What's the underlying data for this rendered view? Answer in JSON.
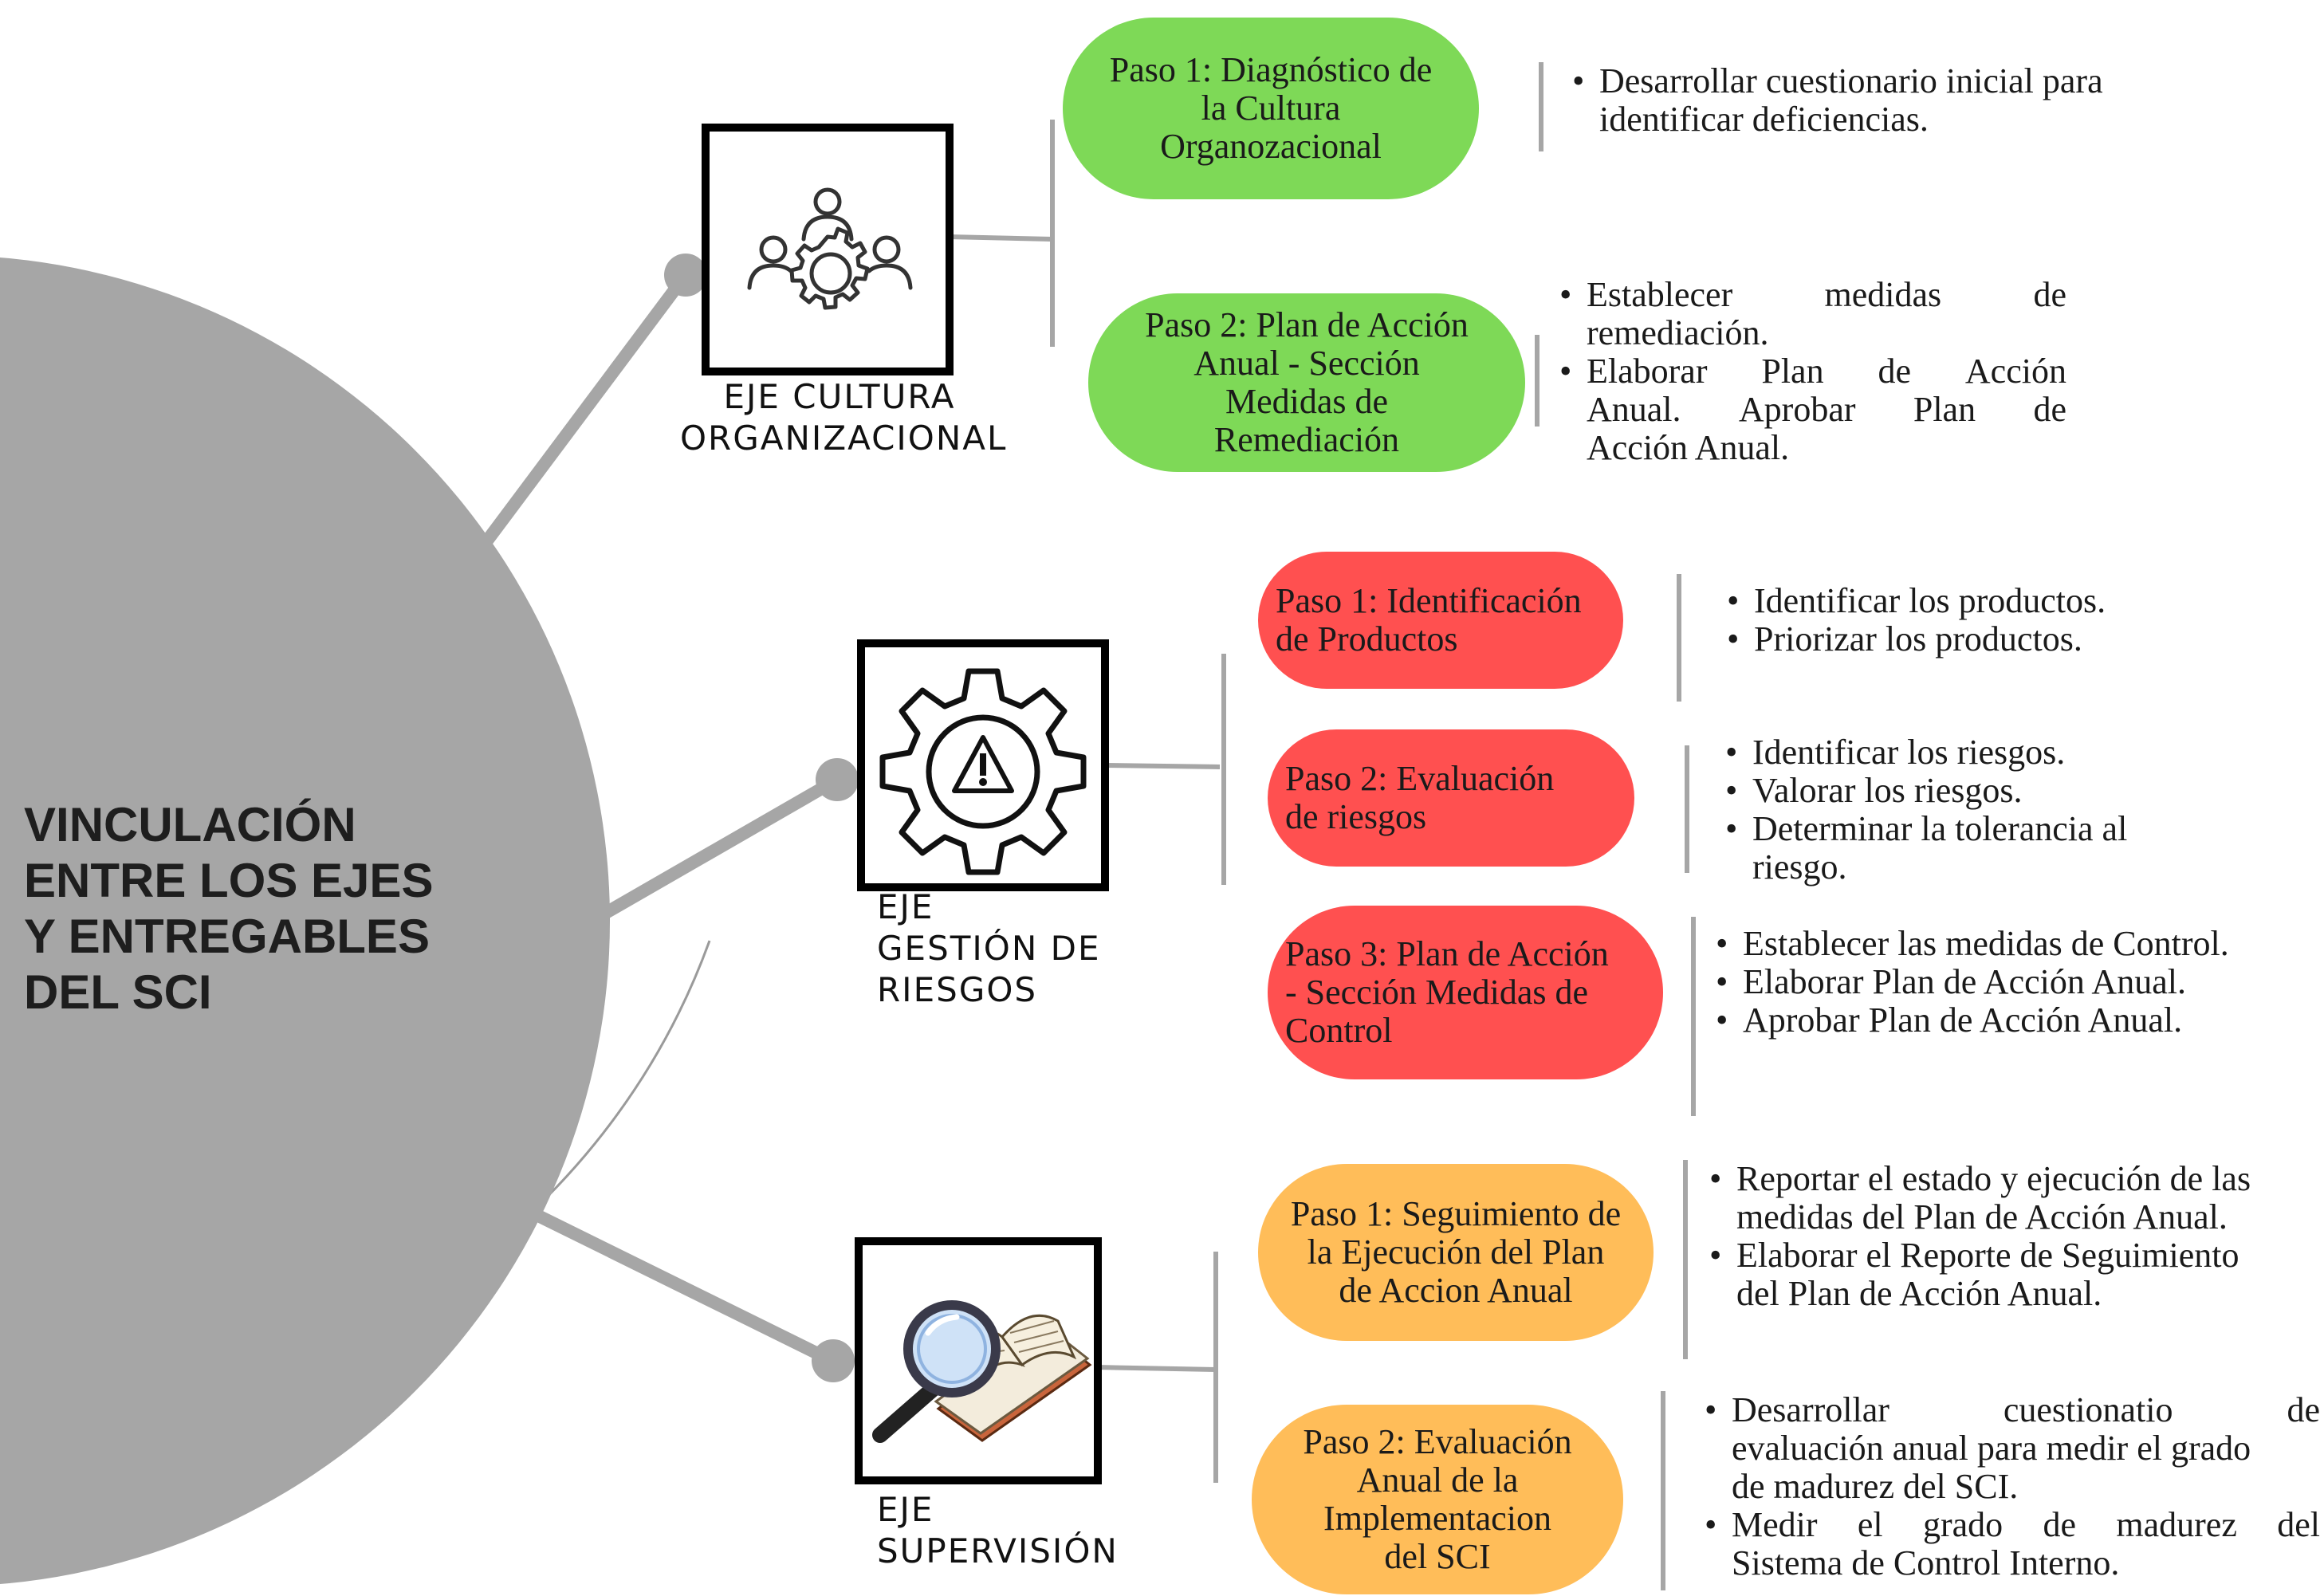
{
  "hub": {
    "title_lines": [
      "VINCULACIÓN",
      "ENTRE LOS EJES",
      "Y ENTREGABLES",
      "DEL SCI"
    ]
  },
  "axes": [
    {
      "label_lines": [
        "EJE CULTURA",
        "ORGANIZACIONAL"
      ],
      "icon": "people-gear-icon",
      "color": "#7ed957",
      "steps": [
        {
          "title_lines": [
            "Paso 1: Diagnóstico de",
            "la Cultura",
            "Organozacional"
          ],
          "bullets": [
            [
              "Desarrollar cuestionario inicial para",
              "identificar deficiencias."
            ]
          ]
        },
        {
          "title_lines": [
            "Paso 2: Plan de Acción",
            "Anual - Sección",
            "Medidas de",
            "Remediación"
          ],
          "bullets": [
            [
              "Establecer medidas de",
              "remediación."
            ],
            [
              "Elaborar Plan de Acción",
              "Anual. Aprobar Plan de",
              "Acción Anual."
            ]
          ]
        }
      ]
    },
    {
      "label_lines": [
        "EJE",
        "GESTIÓN DE",
        "RIESGOS"
      ],
      "icon": "gear-warning-icon",
      "color": "#ff5050",
      "steps": [
        {
          "title_lines": [
            "Paso 1: Identificación",
            "de Productos"
          ],
          "bullets": [
            [
              "Identificar los productos."
            ],
            [
              "Priorizar los productos."
            ]
          ]
        },
        {
          "title_lines": [
            "Paso 2: Evaluación",
            "de riesgos"
          ],
          "bullets": [
            [
              "Identificar los riesgos."
            ],
            [
              "Valorar los riesgos."
            ],
            [
              "Determinar la tolerancia al",
              "riesgo."
            ]
          ]
        },
        {
          "title_lines": [
            "Paso 3: Plan de Acción",
            "-  Sección Medidas de",
            "Control"
          ],
          "bullets": [
            [
              "Establecer las medidas de Control."
            ],
            [
              "Elaborar Plan de Acción Anual."
            ],
            [
              "Aprobar Plan de Acción Anual."
            ]
          ]
        }
      ]
    },
    {
      "label_lines": [
        "EJE",
        "SUPERVISIÓN"
      ],
      "icon": "magnifier-book-icon",
      "color": "#ffbd59",
      "steps": [
        {
          "title_lines": [
            "Paso 1: Seguimiento de",
            "la Ejecución del Plan",
            "de Accion Anual"
          ],
          "bullets": [
            [
              "Reportar el estado y ejecución de las",
              "medidas del Plan de Acción Anual."
            ],
            [
              "Elaborar el Reporte de Seguimiento",
              "del Plan de Acción Anual."
            ]
          ]
        },
        {
          "title_lines": [
            "Paso 2: Evaluación",
            "Anual de la",
            "Implementacion",
            "del SCI"
          ],
          "bullets": [
            [
              "Desarrollar cuestionatio de",
              "evaluación anual para medir el grado",
              "de madurez del SCI."
            ],
            [
              "Medir el grado de madurez del",
              "Sistema de Control Interno."
            ]
          ]
        }
      ]
    }
  ]
}
